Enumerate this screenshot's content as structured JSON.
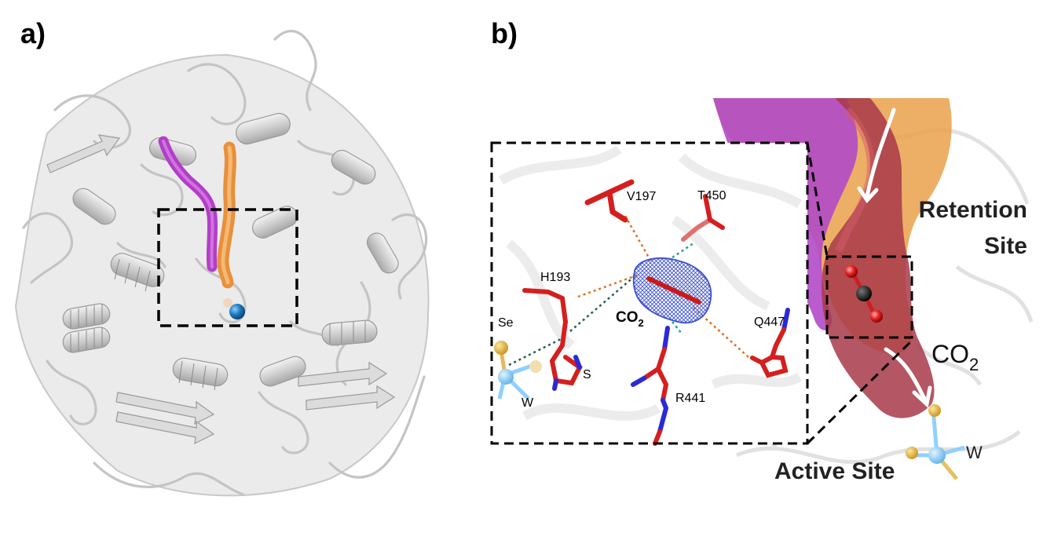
{
  "panel_a": {
    "label": "a)"
  },
  "panel_b": {
    "label": "b)",
    "inset_labels": {
      "v197": "V197",
      "t450": "T450",
      "h193": "H193",
      "co2_main": "CO",
      "co2_sub": "2",
      "q447": "Q447",
      "se": "Se",
      "s": "S",
      "w": "W",
      "r441": "R441"
    },
    "tunnel_labels": {
      "retention_line1": "Retention",
      "retention_line2": "Site",
      "co2_main": "CO",
      "co2_sub": "2",
      "active_site": "Active Site",
      "w": "W"
    }
  },
  "colors": {
    "protein": "#d2d2d2",
    "tunnel_magenta": "#b23ec8",
    "tunnel_orange": "#e8903a",
    "metal_blue": "#1f7ac0",
    "residue_red": "#d41f1f",
    "nitrogen_blue": "#2a2ad6",
    "density_mesh": "#3a4fd0"
  }
}
